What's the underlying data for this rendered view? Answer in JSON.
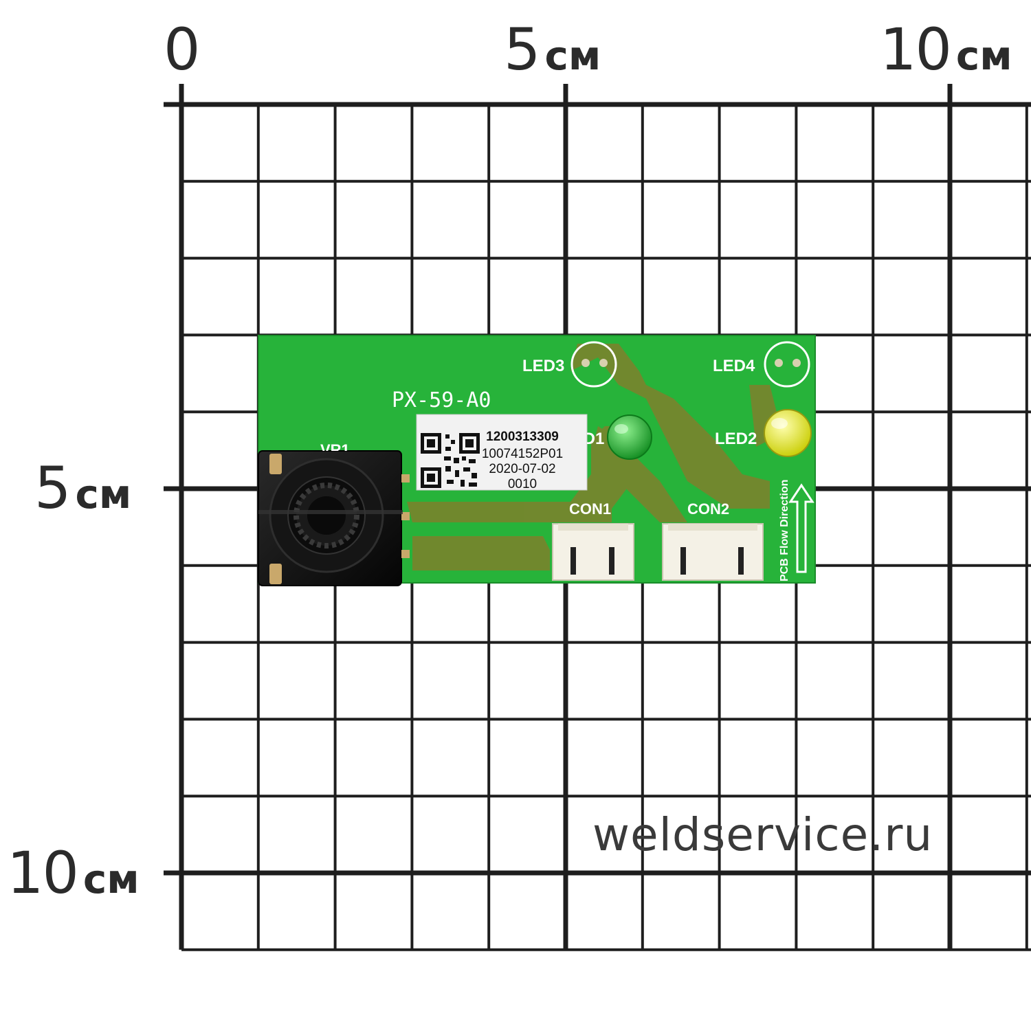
{
  "ruler": {
    "x_labels": [
      {
        "value": "0",
        "unit": ""
      },
      {
        "value": "5",
        "unit": "см"
      },
      {
        "value": "10",
        "unit": "см"
      }
    ],
    "y_labels": [
      {
        "value": "5",
        "unit": "см"
      },
      {
        "value": "10",
        "unit": "см"
      }
    ],
    "grid_color": "#1e1e1e"
  },
  "board": {
    "model": "PX-59-A0",
    "color": "#27b33a",
    "designators": {
      "led3": "LED3",
      "led4": "LED4",
      "led1": "LED1",
      "led2": "LED2",
      "vr1": "VR1",
      "con1": "CON1",
      "con2": "CON2"
    },
    "flow_text": "PCB Flow Direction",
    "sticker": {
      "line1": "1200313309",
      "line2": "10074152P01",
      "line3": "2020-07-02",
      "line4": "0010"
    },
    "led_colors": {
      "led1": "#1faa2e",
      "led2": "#e8ec1e"
    }
  },
  "watermark": "weldservice.ru"
}
